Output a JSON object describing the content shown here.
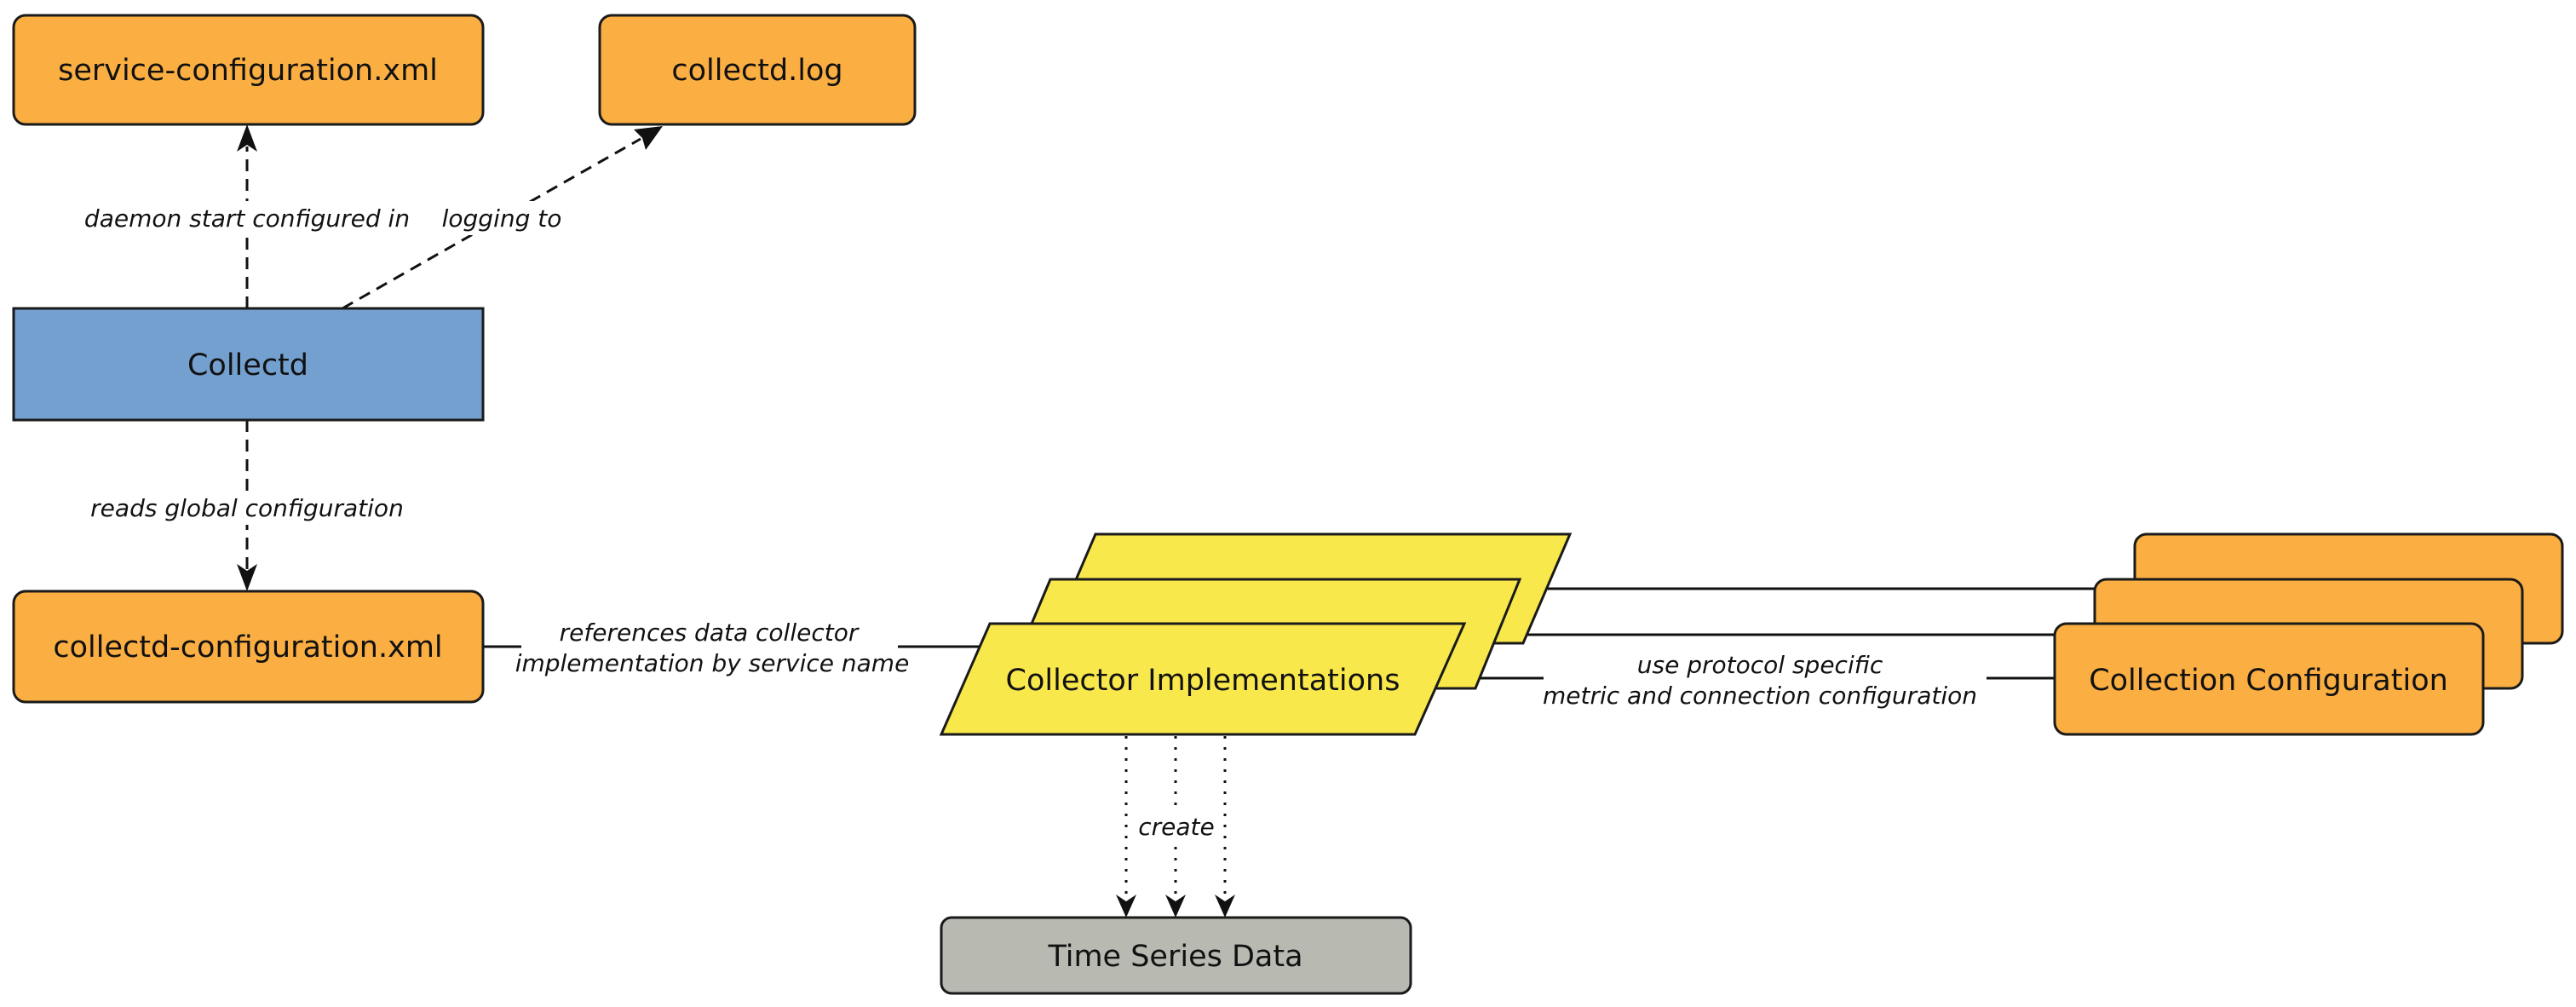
{
  "nodes": {
    "service_config": "service-configuration.xml",
    "collectd_log": "collectd.log",
    "collectd": "Collectd",
    "collectd_config": "collectd-configuration.xml",
    "collector_impl": "Collector Implementations",
    "collection_config": "Collection Configuration",
    "time_series": "Time Series Data"
  },
  "edges": {
    "daemon_start": "daemon start configured in",
    "logging_to": "logging to",
    "reads_global": "reads global configuration",
    "references_line1": "references data collector",
    "references_line2": "implementation by service name",
    "protocol_line1": "use protocol specific",
    "protocol_line2": "metric and connection configuration",
    "create": "create"
  },
  "colors": {
    "config_file": "#fbae42",
    "daemon": "#74a0d0",
    "collector": "#f9e84c",
    "output": "#b8bab2"
  }
}
